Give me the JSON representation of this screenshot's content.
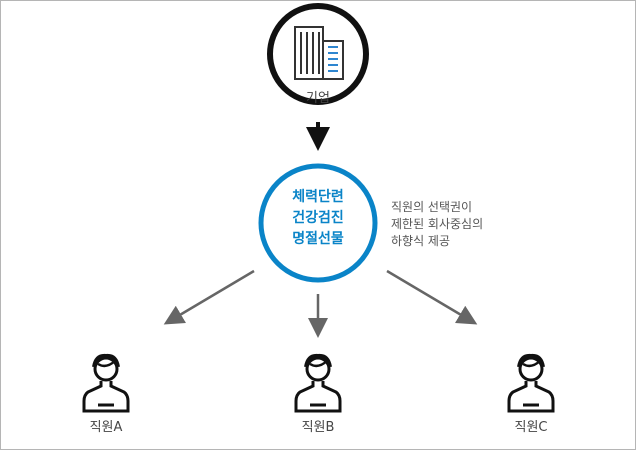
{
  "company": {
    "label": "기업"
  },
  "center": {
    "lines": [
      "체력단련",
      "건강검진",
      "명절선물"
    ]
  },
  "note": {
    "lines": [
      "직원의 선택권이",
      "제한된 회사중심의",
      "하향식 제공"
    ]
  },
  "employees": [
    {
      "label": "직원A"
    },
    {
      "label": "직원B"
    },
    {
      "label": "직원C"
    }
  ],
  "colors": {
    "accent": "#0a84c8",
    "dark": "#111111",
    "arrow": "#666666"
  }
}
